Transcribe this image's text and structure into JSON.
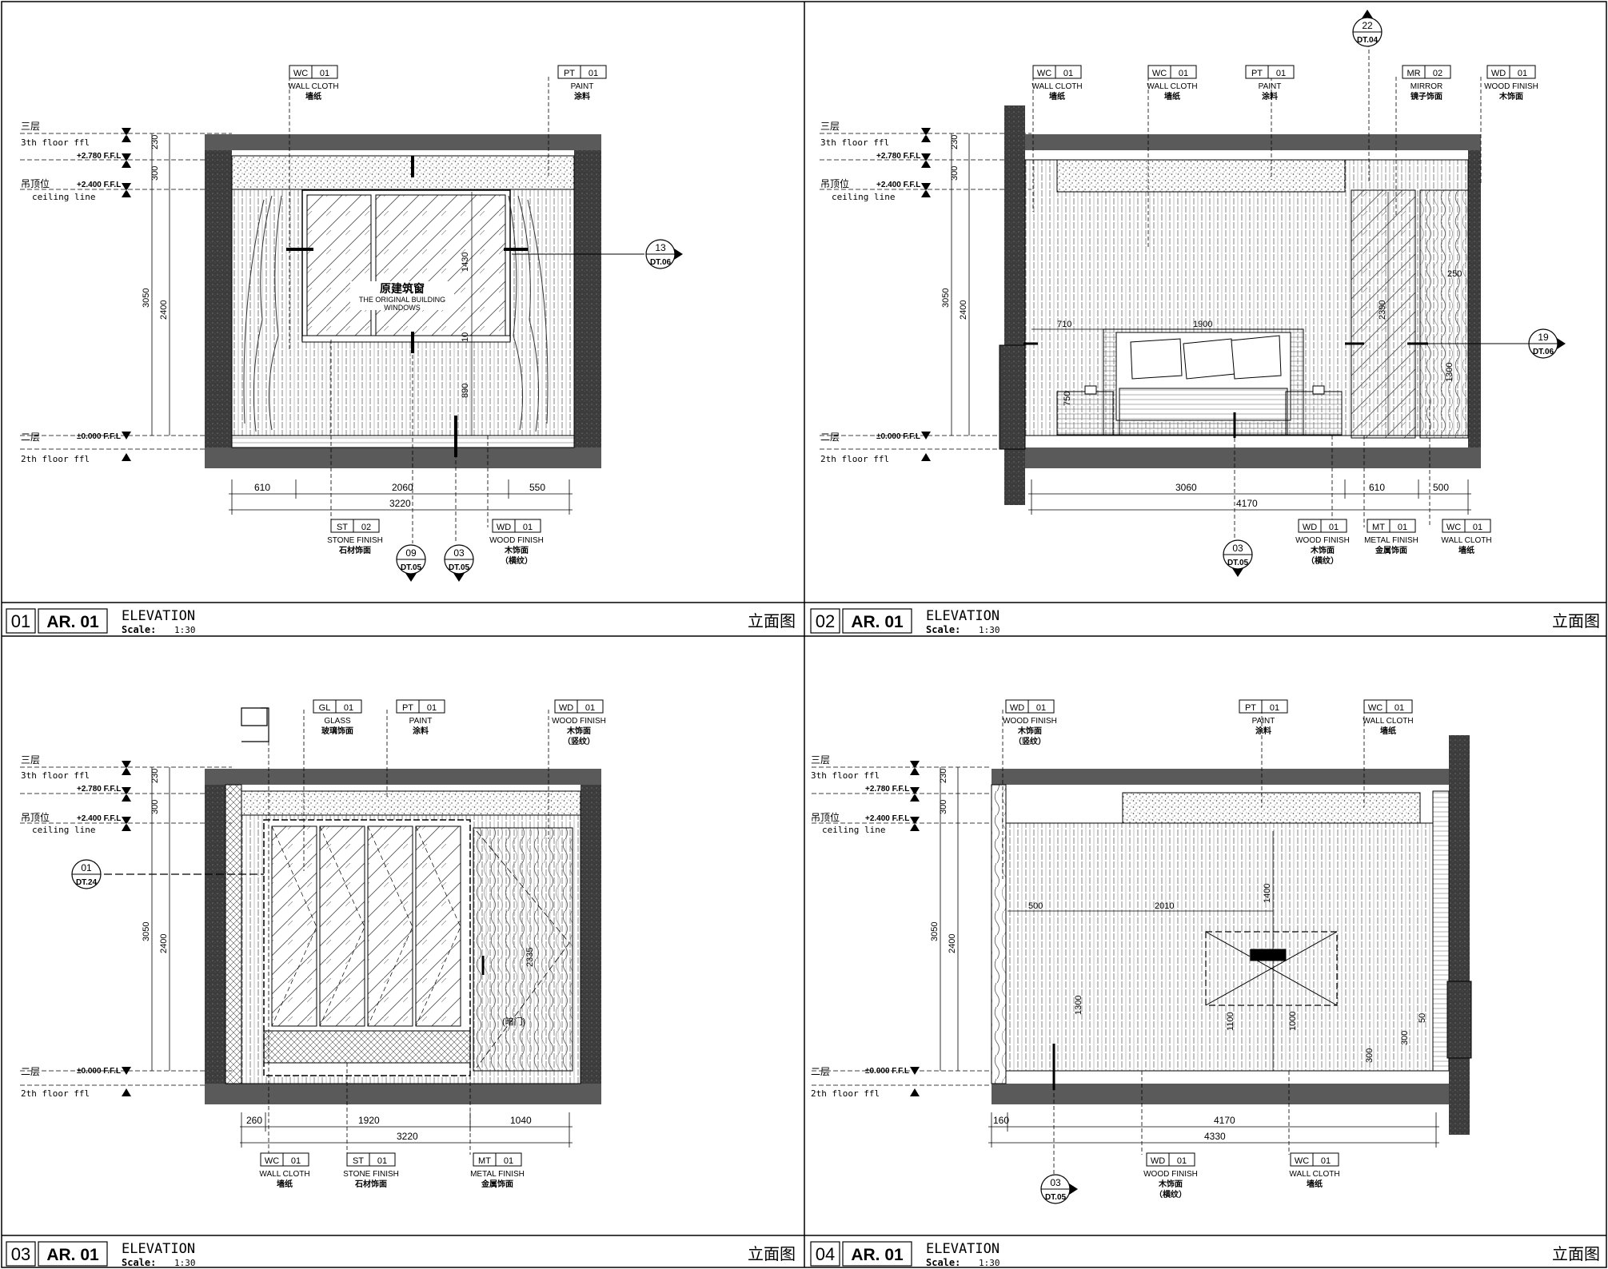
{
  "colors": {
    "ink": "#000000",
    "wall": "#3a3a3a",
    "slab": "#5a5a5a",
    "paper": "#ffffff"
  },
  "title_blocks": [
    {
      "num": "01",
      "code": "AR. 01",
      "title": "ELEVATION",
      "scale_label": "Scale:",
      "scale": "1:30",
      "cn": "立面图"
    },
    {
      "num": "02",
      "code": "AR. 01",
      "title": "ELEVATION",
      "scale_label": "Scale:",
      "scale": "1:30",
      "cn": "立面图"
    },
    {
      "num": "03",
      "code": "AR. 01",
      "title": "ELEVATION",
      "scale_label": "Scale:",
      "scale": "1:30",
      "cn": "立面图"
    },
    {
      "num": "04",
      "code": "AR. 01",
      "title": "ELEVATION",
      "scale_label": "Scale:",
      "scale": "1:30",
      "cn": "立面图"
    }
  ],
  "levels": {
    "floor3_cn": "三层",
    "floor3_en": "3th floor ffl",
    "floor3_val": "+2.780 F.F.L",
    "ceiling_cn": "吊顶位",
    "ceiling_en": "ceiling line",
    "ceiling_val": "+2.400 F.F.L",
    "floor2_cn": "二层",
    "floor2_en": "2th floor ffl",
    "floor2_val": "±0.000 F.F.L"
  },
  "vdims": {
    "d230": "230",
    "d300": "300",
    "d3050": "3050",
    "d2400": "2400"
  },
  "e1": {
    "tags": [
      {
        "code": "WC",
        "no": "01",
        "en": "WALL CLOTH",
        "cn": "墙纸"
      },
      {
        "code": "PT",
        "no": "01",
        "en": "PAINT",
        "cn": "涂料"
      },
      {
        "code": "ST",
        "no": "02",
        "en": "STONE FINISH",
        "cn": "石材饰面"
      },
      {
        "code": "WD",
        "no": "01",
        "en": "WOOD FINISH",
        "cn": "木饰面",
        "cn2": "（横纹）"
      }
    ],
    "window_cn": "原建筑窗",
    "window_en1": "THE ORIGINAL BUILDING",
    "window_en2": "WINDOWS",
    "dims": [
      "610",
      "2060",
      "550",
      "3220",
      "1430",
      "890",
      "10"
    ],
    "callouts": [
      {
        "no": "13",
        "ref": "DT.06"
      },
      {
        "no": "09",
        "ref": "DT.05"
      },
      {
        "no": "03",
        "ref": "DT.05"
      }
    ]
  },
  "e2": {
    "tags": [
      {
        "code": "WC",
        "no": "01",
        "en": "WALL CLOTH",
        "cn": "墙纸"
      },
      {
        "code": "WC",
        "no": "01",
        "en": "WALL CLOTH",
        "cn": "墙纸"
      },
      {
        "code": "PT",
        "no": "01",
        "en": "PAINT",
        "cn": "涂料"
      },
      {
        "code": "MR",
        "no": "02",
        "en": "MIRROR",
        "cn": "镜子饰面"
      },
      {
        "code": "WD",
        "no": "01",
        "en": "WOOD FINISH",
        "cn": "木饰面"
      },
      {
        "code": "WD",
        "no": "01",
        "en": "WOOD FINISH",
        "cn": "木饰面",
        "cn2": "（横纹）"
      },
      {
        "code": "MT",
        "no": "01",
        "en": "METAL FINISH",
        "cn": "金属饰面"
      },
      {
        "code": "WC",
        "no": "01",
        "en": "WALL CLOTH",
        "cn": "墙纸"
      }
    ],
    "dims": [
      "3060",
      "610",
      "500",
      "4170",
      "710",
      "1900",
      "2390",
      "250",
      "1300",
      "750"
    ],
    "callouts": [
      {
        "no": "22",
        "ref": "DT.04"
      },
      {
        "no": "19",
        "ref": "DT.06"
      },
      {
        "no": "03",
        "ref": "DT.05"
      }
    ]
  },
  "e3": {
    "tags": [
      {
        "code": "GL",
        "no": "01",
        "en": "GLASS",
        "cn": "玻璃饰面"
      },
      {
        "code": "PT",
        "no": "01",
        "en": "PAINT",
        "cn": "涂料"
      },
      {
        "code": "WD",
        "no": "01",
        "en": "WOOD FINISH",
        "cn": "木饰面",
        "cn2": "（竖纹）"
      },
      {
        "code": "WC",
        "no": "01",
        "en": "WALL CLOTH",
        "cn": "墙纸"
      },
      {
        "code": "ST",
        "no": "01",
        "en": "STONE FINISH",
        "cn": "石材饰面"
      },
      {
        "code": "MT",
        "no": "01",
        "en": "METAL FINISH",
        "cn": "金属饰面"
      }
    ],
    "dims": [
      "260",
      "1920",
      "1040",
      "3220",
      "2335"
    ],
    "door_note": "(暗门)",
    "callouts": [
      {
        "no": "01",
        "ref": "DT.24"
      }
    ]
  },
  "e4": {
    "tags": [
      {
        "code": "WD",
        "no": "01",
        "en": "WOOD FINISH",
        "cn": "木饰面",
        "cn2": "（竖纹）"
      },
      {
        "code": "PT",
        "no": "01",
        "en": "PAINT",
        "cn": "涂料"
      },
      {
        "code": "WC",
        "no": "01",
        "en": "WALL CLOTH",
        "cn": "墙纸"
      },
      {
        "code": "WD",
        "no": "01",
        "en": "WOOD FINISH",
        "cn": "木饰面",
        "cn2": "（横纹）"
      },
      {
        "code": "WC",
        "no": "01",
        "en": "WALL CLOTH",
        "cn": "墙纸"
      }
    ],
    "dims": [
      "160",
      "4170",
      "4330",
      "500",
      "2010",
      "1400",
      "1300",
      "1100",
      "1000",
      "300",
      "50",
      "300"
    ],
    "callouts": [
      {
        "no": "03",
        "ref": "DT.05"
      }
    ]
  }
}
